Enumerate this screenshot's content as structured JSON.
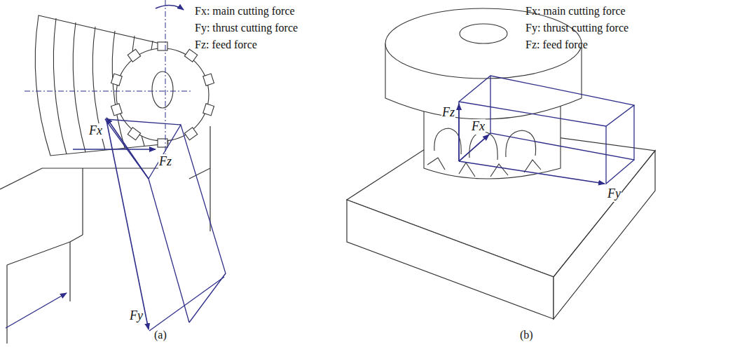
{
  "diagram": {
    "labels": [
      "Fx: main cutting force",
      "Fy: thrust cutting force",
      "Fz: feed force",
      "Fx",
      "Fz",
      "Fy",
      "(a)",
      "Fx: main cutting force",
      "Fy: thrust cutting force",
      "Fz: feed force",
      "Fz",
      "Fx",
      "Fy",
      "(b)"
    ]
  }
}
